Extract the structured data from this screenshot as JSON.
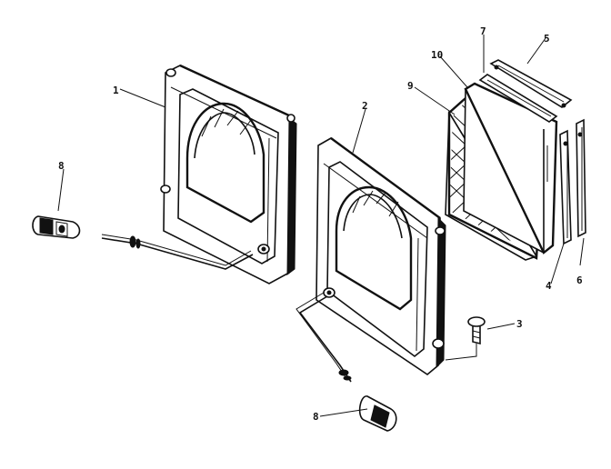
{
  "diagram": {
    "callouts": {
      "part_1": "1",
      "part_2": "2",
      "part_3": "3",
      "part_4": "4",
      "part_5": "5",
      "part_6": "6",
      "part_7": "7",
      "part_8_upper": "8",
      "part_8_lower": "8",
      "part_9": "9",
      "part_10": "10"
    }
  }
}
